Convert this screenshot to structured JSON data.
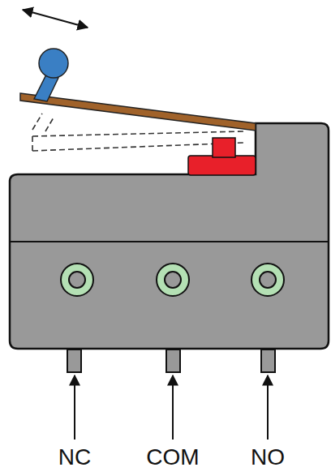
{
  "diagram": {
    "labels": [
      "NC",
      "COM",
      "NO"
    ]
  }
}
